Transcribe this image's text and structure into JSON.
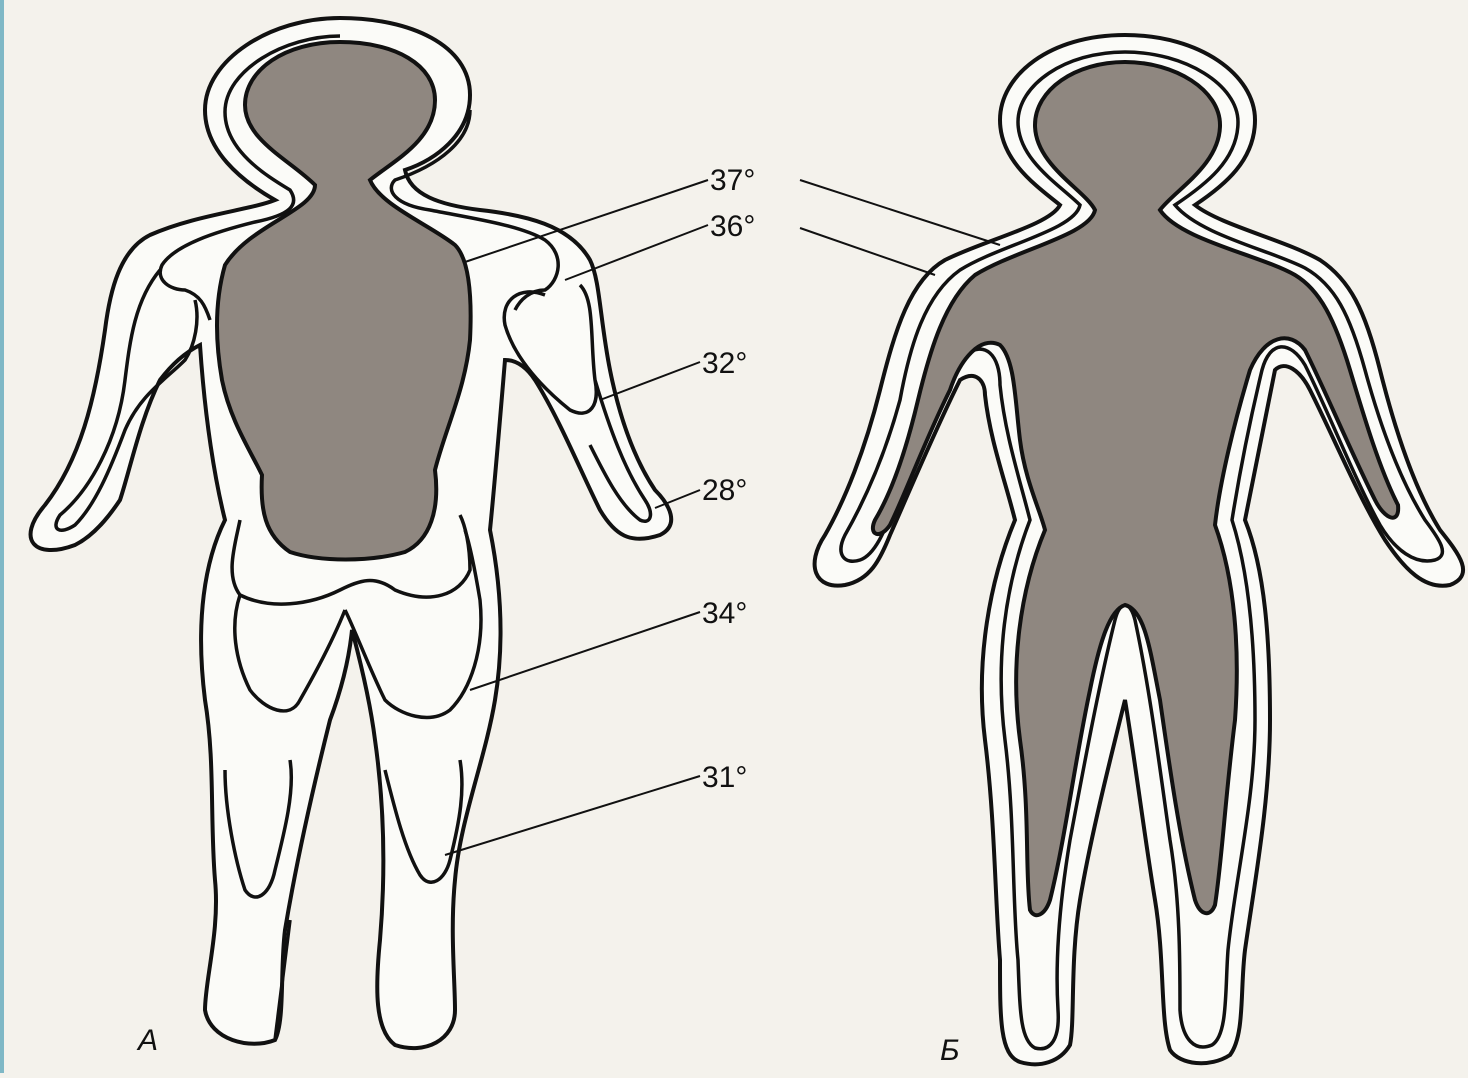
{
  "figure_a": {
    "label": "А"
  },
  "figure_b": {
    "label": "Б"
  },
  "temperatures": {
    "t37": "37°",
    "t36": "36°",
    "t32": "32°",
    "t28": "28°",
    "t34": "34°",
    "t31": "31°"
  },
  "colors": {
    "core": "#8f8780",
    "outline": "#111111",
    "background": "#f4f2ec"
  }
}
